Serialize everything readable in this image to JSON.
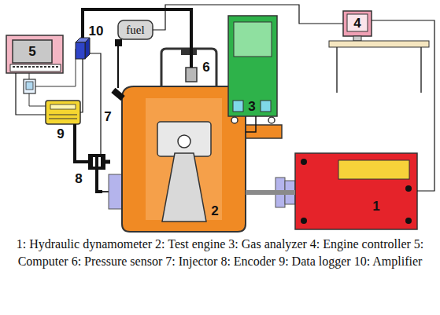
{
  "diagram": {
    "caption": "1: Hydraulic dynamometer 2: Test engine 3: Gas analyzer 4: Engine controller 5: Computer 6: Pressure sensor 7: Injector 8: Encoder 9: Data logger 10: Amplifier",
    "nodes": [
      {
        "text": [
          "5"
        ]
      },
      {
        "text": [
          "10"
        ]
      },
      {
        "text": [
          "fuel"
        ]
      },
      {
        "text": [
          "6"
        ]
      },
      {
        "text": [
          "3"
        ]
      },
      {
        "text": [
          "4"
        ]
      },
      {
        "text": [
          "7"
        ]
      },
      {
        "text": [
          "9"
        ]
      },
      {
        "text": [
          "8"
        ]
      },
      {
        "text": [
          "2"
        ]
      },
      {
        "text": [
          "1"
        ]
      }
    ],
    "edges": [
      {
        "from": 2,
        "to": 6,
        "arrow": "none"
      },
      {
        "from": 3,
        "to": 1,
        "arrow": "none"
      },
      {
        "from": 1,
        "to": 7,
        "arrow": "none"
      },
      {
        "from": 7,
        "to": 0,
        "arrow": "none"
      },
      {
        "from": 8,
        "to": 7,
        "arrow": "none"
      },
      {
        "from": 8,
        "to": 1,
        "arrow": "none"
      },
      {
        "from": 9,
        "to": 10,
        "arrow": "none"
      },
      {
        "from": 9,
        "to": 4,
        "arrow": "none"
      },
      {
        "from": 5,
        "to": 10,
        "arrow": "none"
      },
      {
        "from": 5,
        "to": 2,
        "arrow": "none"
      }
    ]
  }
}
